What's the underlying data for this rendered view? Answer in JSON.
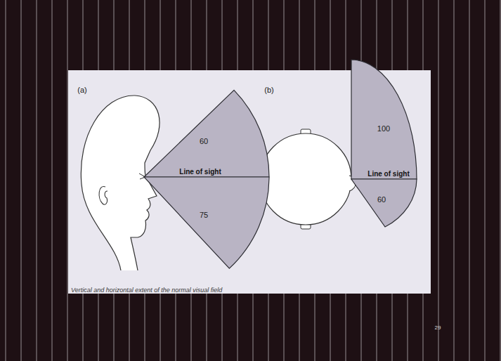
{
  "diagram": {
    "caption": "Vertical and horizontal extent of the normal visual field",
    "nodes": [
      {
        "text": [
          "60"
        ]
      },
      {
        "text": [
          "75"
        ]
      },
      {
        "text": [
          "100"
        ]
      },
      {
        "text": [
          "60"
        ]
      }
    ],
    "labels": [
      "(a)",
      "(b)",
      "Line of sight",
      "Line of sight",
      "29"
    ]
  }
}
